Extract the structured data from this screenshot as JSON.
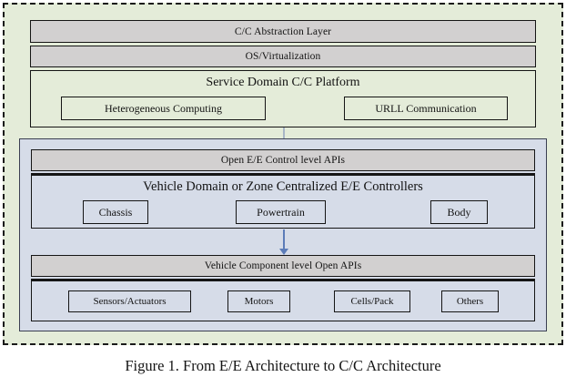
{
  "figure": {
    "caption": "Figure 1. From E/E Architecture to C/C Architecture",
    "colors": {
      "service_region_bg": "#e4ecd9",
      "control_region_bg": "#d6dce8",
      "api_bar_bg": "#d2d0d0",
      "border": "#151515",
      "arrow": "#5c7cb8",
      "arrow_faded": "#a8b6c6",
      "page_bg": "#ffffff"
    }
  },
  "service_domain_region": {
    "abstraction_layer": {
      "label": "C/C Abstraction Layer"
    },
    "os_virtualization": {
      "label": "OS/Virtualization"
    },
    "platform": {
      "title": "Service  Domain C/C Platform",
      "boxes": [
        {
          "label": "Heterogeneous Computing"
        },
        {
          "label": "URLL Communication"
        }
      ]
    }
  },
  "control_region": {
    "control_apis": {
      "label": "Open E/E Control level APIs"
    },
    "controllers": {
      "title": "Vehicle Domain or Zone Centralized E/E Controllers",
      "boxes": [
        {
          "label": "Chassis"
        },
        {
          "label": "Powertrain"
        },
        {
          "label": "Body"
        }
      ]
    },
    "component_apis": {
      "label": "Vehicle Component level Open APIs"
    },
    "components": {
      "boxes": [
        {
          "label": "Sensors/Actuators"
        },
        {
          "label": "Motors"
        },
        {
          "label": "Cells/Pack"
        },
        {
          "label": "Others"
        }
      ]
    }
  }
}
